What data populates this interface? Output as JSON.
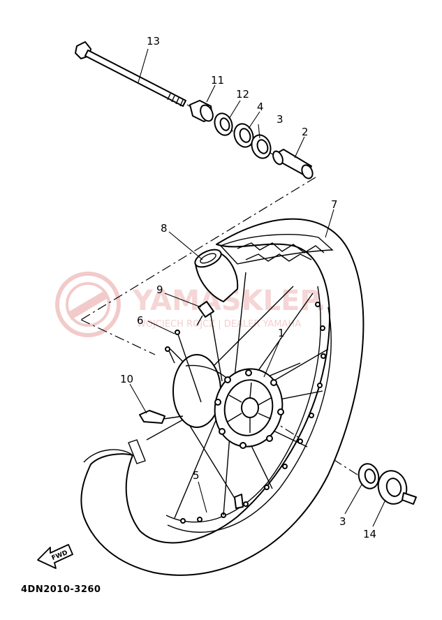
{
  "diagram": {
    "part_code": "4DN2010-3260",
    "fwd_label": "FWD",
    "watermark": {
      "brand": "YAMASKLEP.PL",
      "tagline": "WOJCIECH ROJCZ | DEALER YAMAHA"
    },
    "callouts": [
      {
        "id": "13",
        "label": "13"
      },
      {
        "id": "11",
        "label": "11"
      },
      {
        "id": "12",
        "label": "12"
      },
      {
        "id": "4",
        "label": "4"
      },
      {
        "id": "3a",
        "label": "3"
      },
      {
        "id": "2",
        "label": "2"
      },
      {
        "id": "7",
        "label": "7"
      },
      {
        "id": "8",
        "label": "8"
      },
      {
        "id": "9",
        "label": "9"
      },
      {
        "id": "6",
        "label": "6"
      },
      {
        "id": "1",
        "label": "1"
      },
      {
        "id": "10",
        "label": "10"
      },
      {
        "id": "5",
        "label": "5"
      },
      {
        "id": "3b",
        "label": "3"
      },
      {
        "id": "14",
        "label": "14"
      }
    ]
  }
}
